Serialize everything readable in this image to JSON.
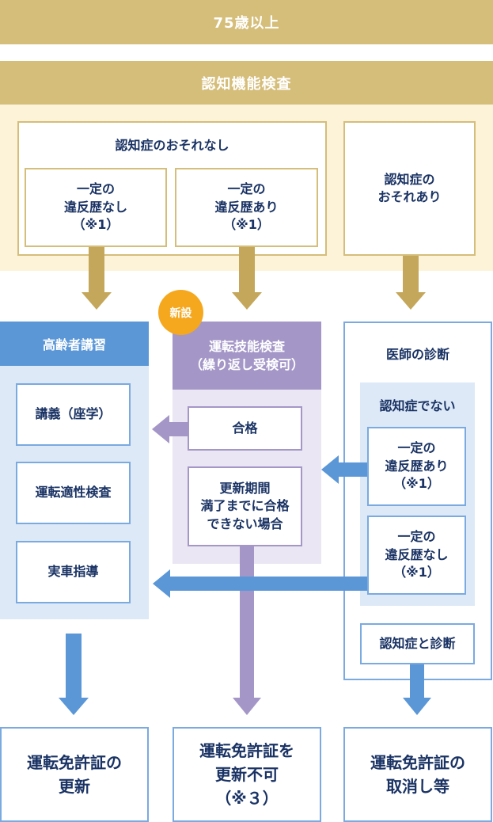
{
  "top": {
    "title": "75歳以上"
  },
  "cognitive": {
    "title": "認知機能検査",
    "no_risk": {
      "title": "認知症のおそれなし",
      "no_violation": "一定の\n違反歴なし\n（※1）",
      "violation": "一定の\n違反歴あり\n（※1）"
    },
    "risk": "認知症の\nおそれあり"
  },
  "lecture": {
    "title": "高齢者講習",
    "items": [
      "講義（座学）",
      "運転適性検査",
      "実車指導"
    ]
  },
  "skill_test": {
    "badge": "新設",
    "title": "運転技能検査\n（繰り返し受検可）",
    "pass": "合格",
    "fail": "更新期間\n満了までに合格\nできない場合"
  },
  "doctor": {
    "title": "医師の診断",
    "not_dementia": {
      "title": "認知症でない",
      "violation": "一定の\n違反歴あり\n（※1）",
      "no_violation": "一定の\n違反歴なし\n（※1）"
    },
    "diagnosed": "認知症と診断"
  },
  "outcomes": {
    "renew": "運転免許証の\n更新",
    "no_renew": "運転免許証を\n更新不可\n（※３）",
    "revoke": "運転免許証の\n取消し等"
  },
  "colors": {
    "gold": "#d5bd7a",
    "cream": "#fdf3d9",
    "blue": "#5b97d7",
    "light_blue": "#dde9f7",
    "purple": "#a497c8",
    "light_purple": "#ebe6f3",
    "navy_text": "#1a3364",
    "badge_orange": "#f5a81e"
  }
}
